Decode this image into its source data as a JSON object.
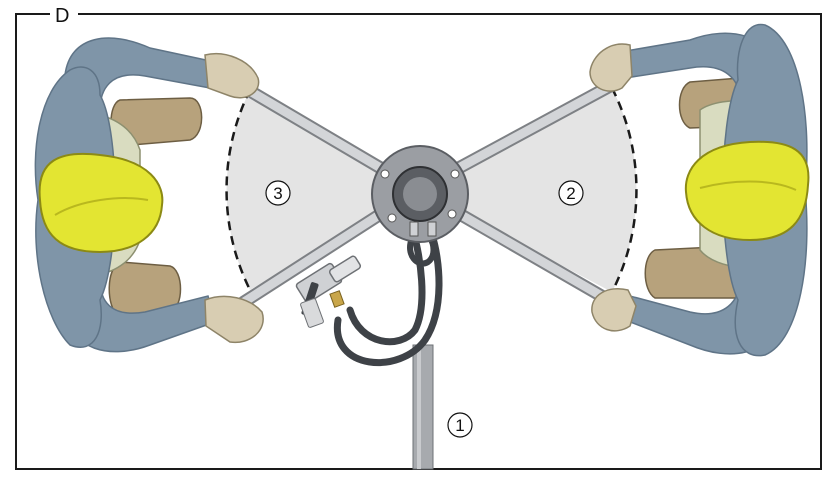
{
  "figure": {
    "panel_label": "D",
    "callouts": [
      {
        "id": "callout-1",
        "label": "1"
      },
      {
        "id": "callout-2",
        "label": "2"
      },
      {
        "id": "callout-3",
        "label": "3"
      }
    ]
  },
  "colors": {
    "frame": "#1a1a1a",
    "sector_fill": "#e4e4e4",
    "sleeve": "#7f95a8",
    "sleeve_shadow": "#5f7487",
    "helmet": "#e3e532",
    "helmet_shadow": "#b9b81e",
    "vest": "#d9dcc0",
    "glove": "#d8cdb2",
    "boot": "#b7a27c",
    "bar": "#d3d5d8",
    "bar_edge": "#7e8185",
    "hub": "#9b9ea3",
    "hub_dark": "#5b5e63",
    "hose": "#3e4247",
    "pipe": "#a7aaae"
  }
}
